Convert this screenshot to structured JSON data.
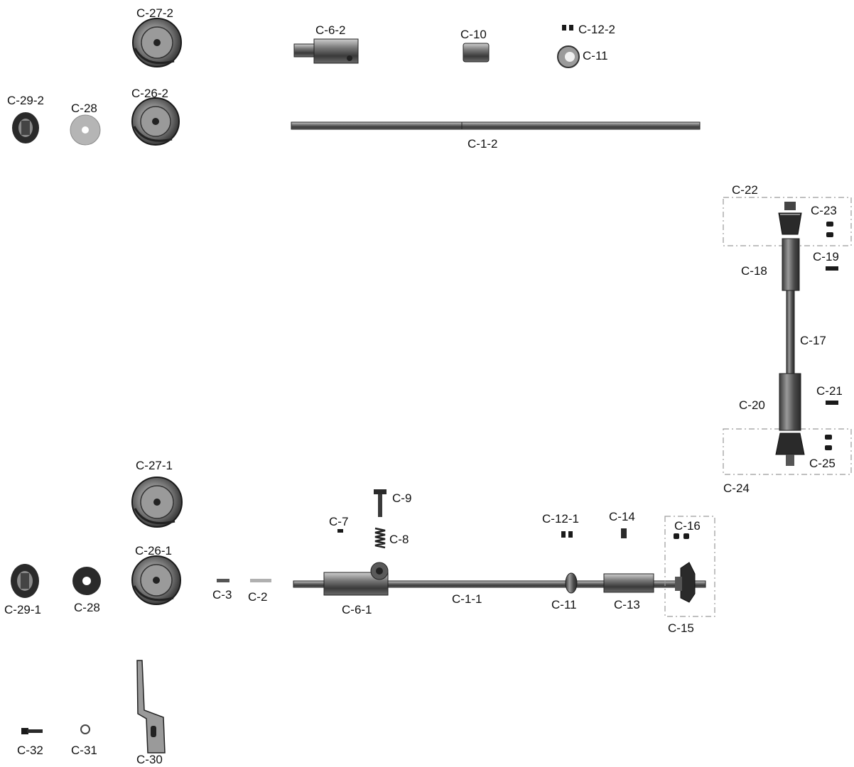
{
  "colors": {
    "ink": "#1a1a1a",
    "metal_dark": "#3a3a3a",
    "metal_mid": "#6e6e6e",
    "metal_light": "#b5b5b5",
    "dash": "#9a9a9a"
  },
  "labels": {
    "c_27_2": "C-27-2",
    "c_26_2": "C-26-2",
    "c_29_2": "C-29-2",
    "c_28_top": "C-28",
    "c_6_2": "C-6-2",
    "c_10": "C-10",
    "c_12_2": "C-12-2",
    "c_11_top": "C-11",
    "c_1_2": "C-1-2",
    "c_22": "C-22",
    "c_23": "C-23",
    "c_19": "C-19",
    "c_18": "C-18",
    "c_17": "C-17",
    "c_21": "C-21",
    "c_20": "C-20",
    "c_25": "C-25",
    "c_24": "C-24",
    "c_27_1": "C-27-1",
    "c_26_1": "C-26-1",
    "c_9": "C-9",
    "c_7": "C-7",
    "c_8": "C-8",
    "c_12_1": "C-12-1",
    "c_14": "C-14",
    "c_16": "C-16",
    "c_29_1": "C-29-1",
    "c_28_bottom": "C-28",
    "c_3": "C-3",
    "c_2": "C-2",
    "c_6_1": "C-6-1",
    "c_1_1": "C-1-1",
    "c_11_bottom": "C-11",
    "c_13": "C-13",
    "c_15": "C-15",
    "c_32": "C-32",
    "c_31": "C-31",
    "c_30": "C-30"
  }
}
